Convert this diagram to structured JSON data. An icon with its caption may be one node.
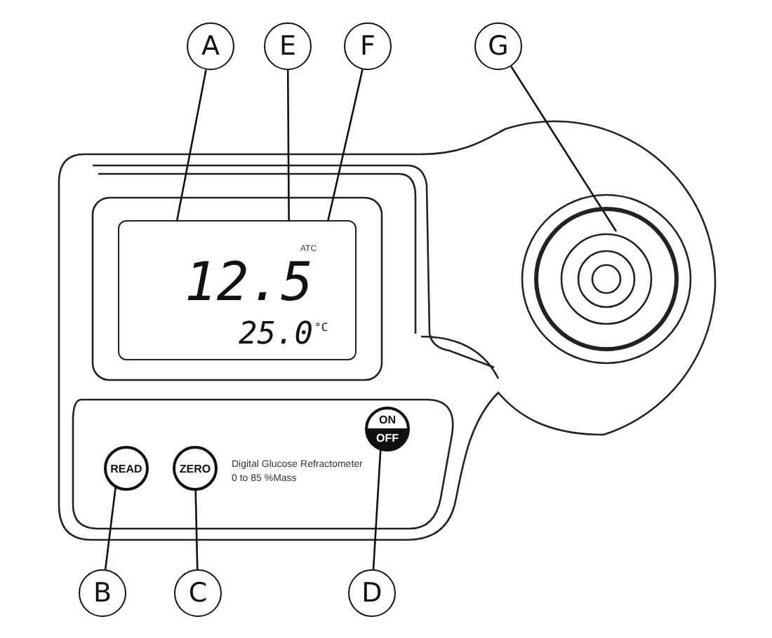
{
  "diagram": {
    "nodes": [
      {
        "text": [
          "A"
        ]
      },
      {
        "text": [
          "E"
        ]
      },
      {
        "text": [
          "F"
        ]
      },
      {
        "text": [
          "G"
        ]
      },
      {
        "text": [],
        "shape": "box"
      },
      {
        "text": [
          "12.5"
        ],
        "in": 4
      },
      {
        "text": [
          "25.0"
        ],
        "in": 4,
        "beside": [
          "°C"
        ]
      },
      {
        "text": [],
        "shape": "circle"
      },
      {
        "text": [
          "READ"
        ]
      },
      {
        "text": [
          "ZERO"
        ]
      },
      {
        "text": [
          "ON",
          "OFF"
        ]
      },
      {
        "text": [
          "B"
        ]
      },
      {
        "text": [
          "C"
        ]
      },
      {
        "text": [
          "D"
        ]
      }
    ],
    "edges": [
      {
        "from": 0,
        "to": 4,
        "arrow": "none"
      },
      {
        "from": 1,
        "to": 5,
        "arrow": "none"
      },
      {
        "from": 2,
        "to": 6,
        "arrow": "none"
      },
      {
        "from": 3,
        "to": 7,
        "arrow": "none"
      },
      {
        "from": 11,
        "to": 8,
        "arrow": "none"
      },
      {
        "from": 12,
        "to": 9,
        "arrow": "none"
      },
      {
        "from": 13,
        "to": 10,
        "arrow": "none"
      }
    ],
    "labels": [
      "ATC",
      "Digital Glucose Refractometer",
      "0 to 85 %Mass"
    ]
  }
}
